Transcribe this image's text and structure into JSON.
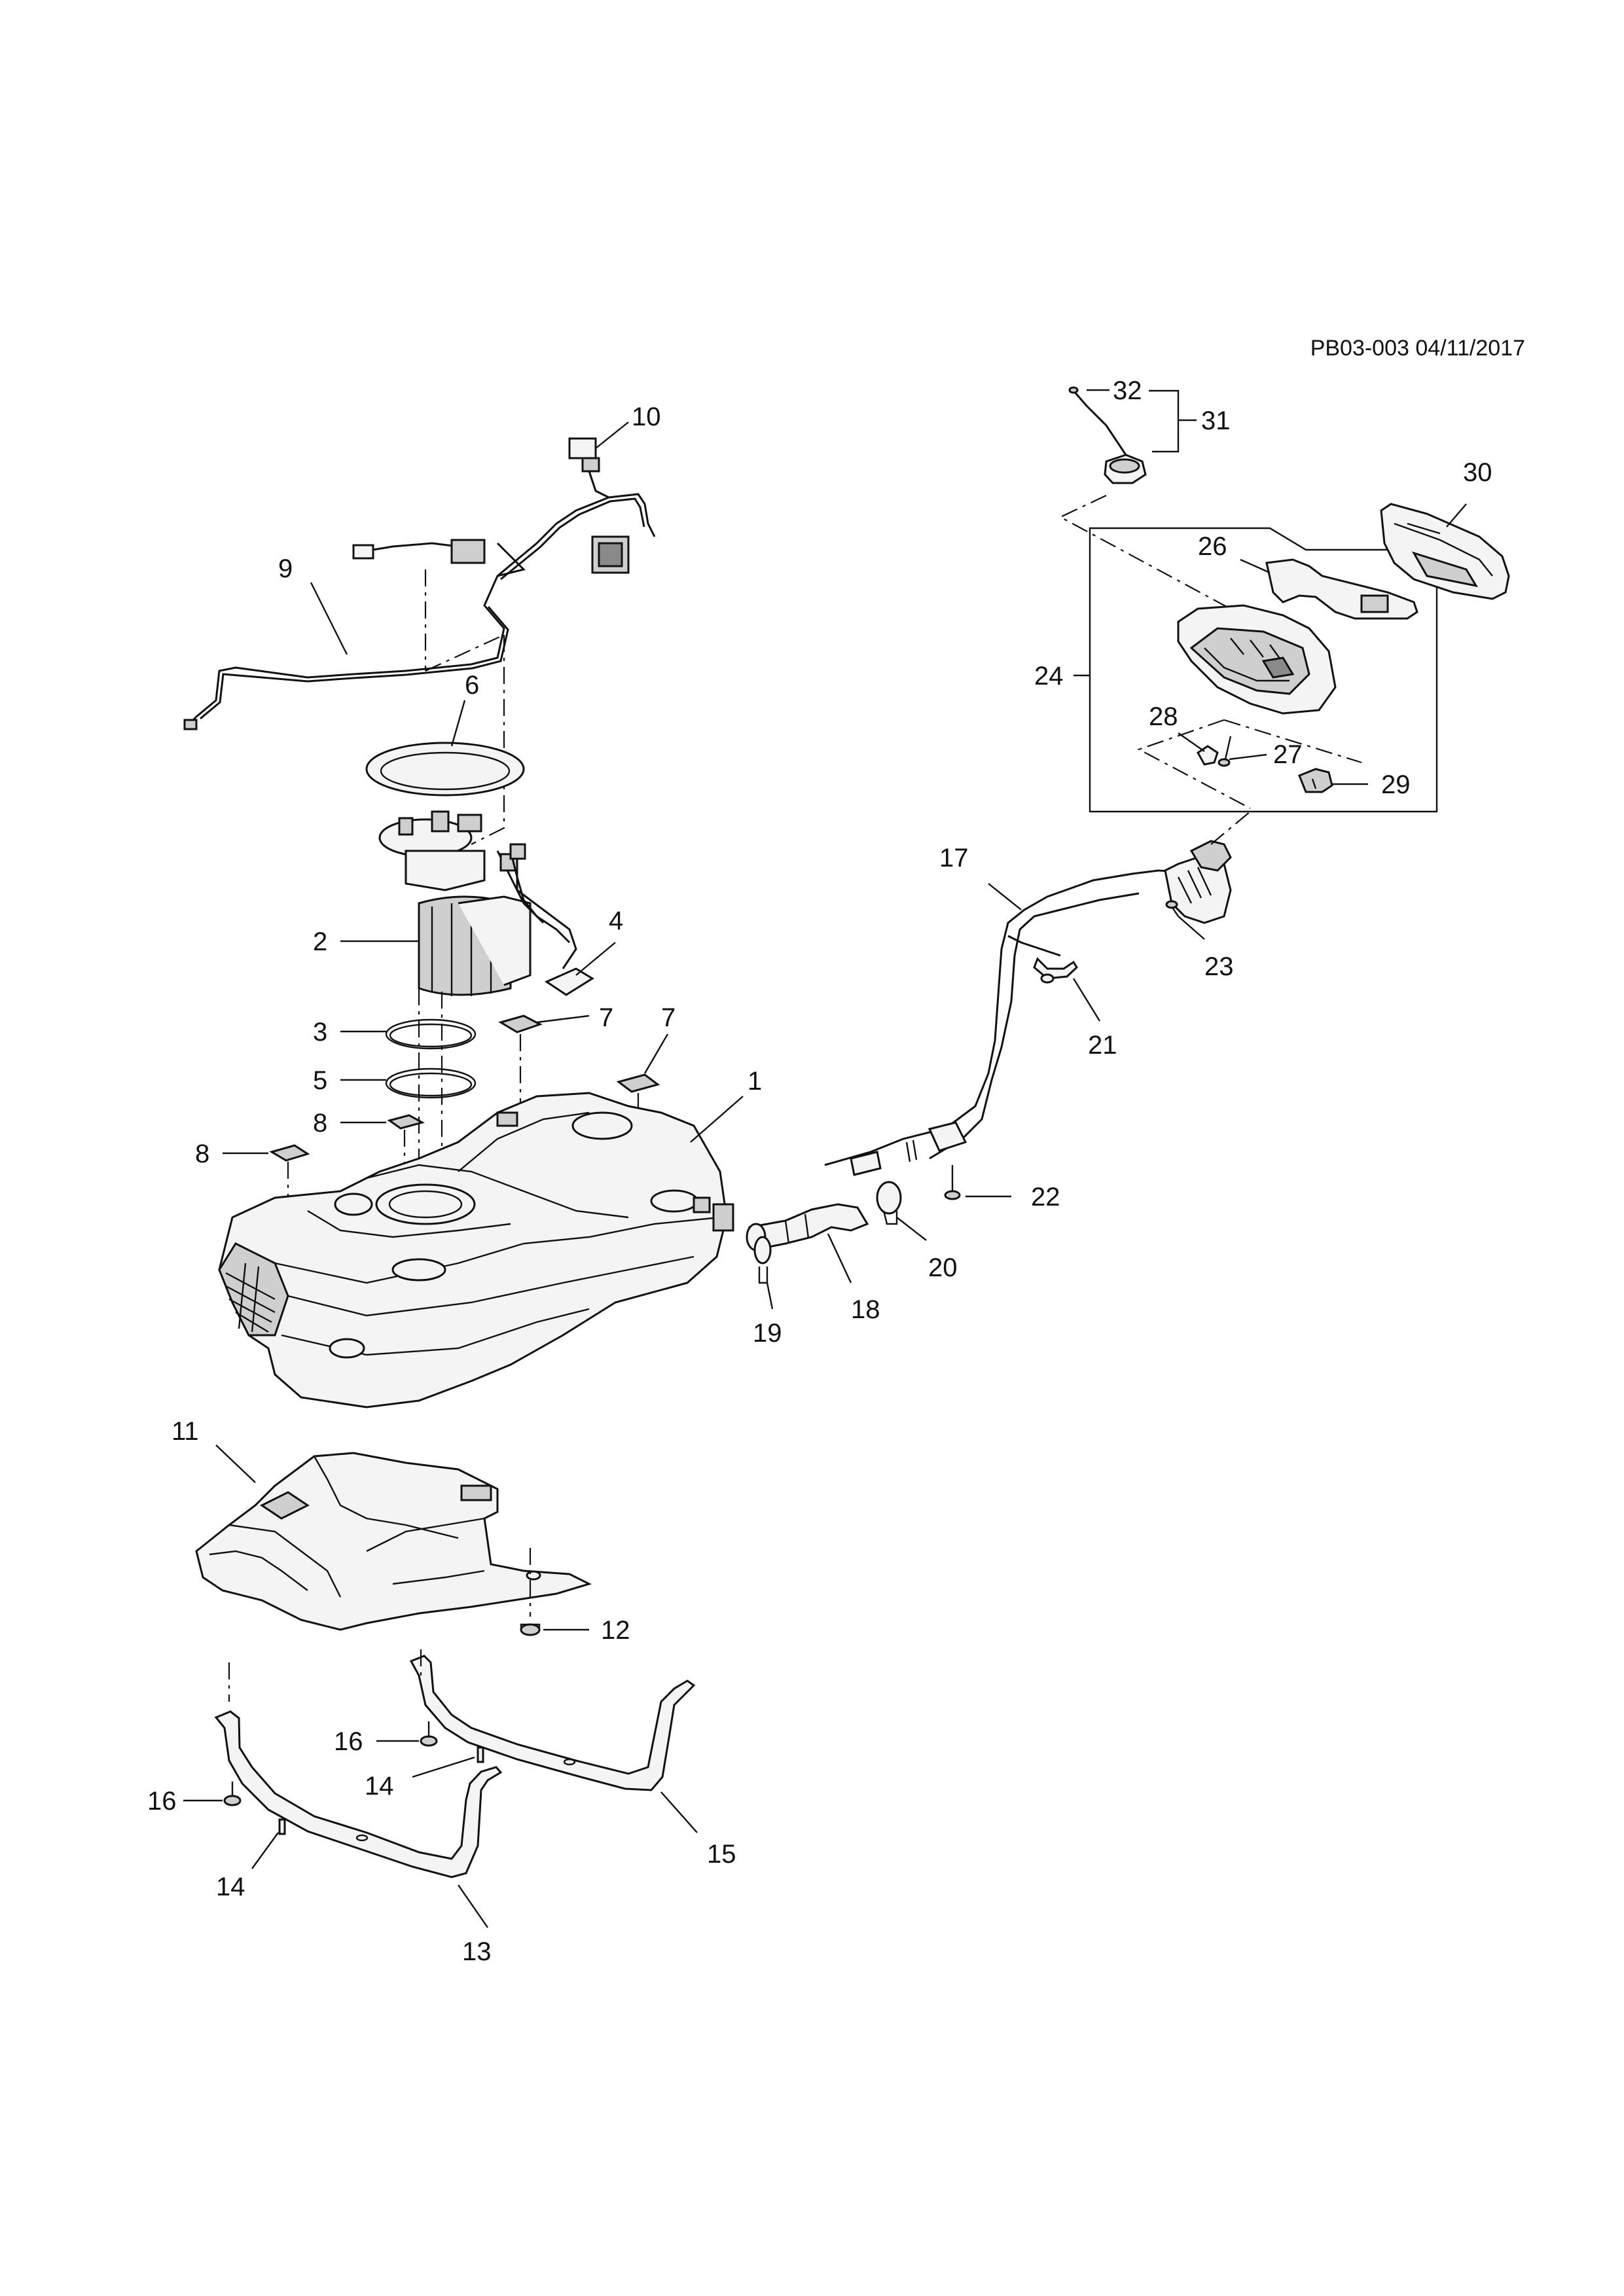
{
  "header": {
    "reference": "PB03-003 04/11/2017"
  },
  "callouts": {
    "c1": "1",
    "c2": "2",
    "c3": "3",
    "c4": "4",
    "c5": "5",
    "c6": "6",
    "c7a": "7",
    "c7b": "7",
    "c8a": "8",
    "c8b": "8",
    "c9": "9",
    "c10": "10",
    "c11": "11",
    "c12": "12",
    "c13": "13",
    "c14a": "14",
    "c14b": "14",
    "c15": "15",
    "c16a": "16",
    "c16b": "16",
    "c17": "17",
    "c18": "18",
    "c19": "19",
    "c20": "20",
    "c21": "21",
    "c22": "22",
    "c23": "23",
    "c24": "24",
    "c26": "26",
    "c27": "27",
    "c28": "28",
    "c29": "29",
    "c30": "30",
    "c31": "31",
    "c32": "32"
  }
}
